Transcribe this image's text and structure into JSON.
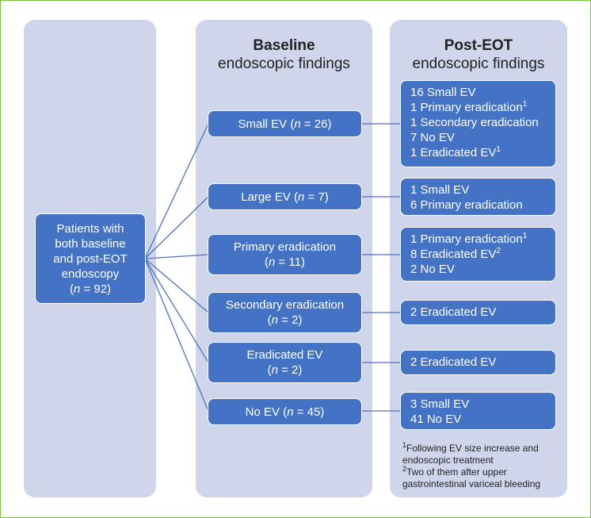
{
  "patients": {
    "lines": [
      "Patients with",
      "both baseline",
      "and post-EOT",
      "endoscopy"
    ],
    "n_open": "(",
    "n_var": "n",
    "n_rest": " = 92)"
  },
  "baseline": {
    "title_bold": "Baseline",
    "title_rest": "endoscopic findings",
    "items": [
      {
        "text": "Small EV (",
        "var": "n",
        "rest": " = 26)"
      },
      {
        "text": "Large EV (",
        "var": "n",
        "rest": " = 7)"
      },
      {
        "text": "Primary eradication",
        "line2_open": "(",
        "var": "n",
        "rest": " = 11)"
      },
      {
        "text": "Secondary eradication",
        "line2_open": "(",
        "var": "n",
        "rest": " = 2)"
      },
      {
        "text": "Eradicated EV",
        "line2_open": "(",
        "var": "n",
        "rest": " = 2)"
      },
      {
        "text": "No EV (",
        "var": "n",
        "rest": " = 45)"
      }
    ]
  },
  "posteot": {
    "title_bold": "Post-EOT",
    "title_rest": "endoscopic findings",
    "groups": [
      [
        {
          "text": "16 Small EV",
          "sup": ""
        },
        {
          "text": "1 Primary eradication",
          "sup": "1"
        },
        {
          "text": "1 Secondary eradication",
          "sup": ""
        },
        {
          "text": "7 No EV",
          "sup": ""
        },
        {
          "text": "1 Eradicated EV",
          "sup": "1"
        }
      ],
      [
        {
          "text": "1 Small EV",
          "sup": ""
        },
        {
          "text": "6 Primary eradication",
          "sup": ""
        }
      ],
      [
        {
          "text": "1 Primary eradication",
          "sup": "1"
        },
        {
          "text": "8 Eradicated EV",
          "sup": "2"
        },
        {
          "text": "2 No EV",
          "sup": ""
        }
      ],
      [
        {
          "text": "2 Eradicated EV",
          "sup": ""
        }
      ],
      [
        {
          "text": "2 Eradicated EV",
          "sup": ""
        }
      ],
      [
        {
          "text": "3 Small EV",
          "sup": ""
        },
        {
          "text": "41 No EV",
          "sup": ""
        }
      ]
    ]
  },
  "footnotes": [
    {
      "mark": "1",
      "lines": [
        "Following EV size increase and",
        "endoscopic treatment"
      ]
    },
    {
      "mark": "2",
      "lines": [
        "Two of them after upper",
        "gastrointestinal variceal bleeding"
      ]
    }
  ],
  "colors": {
    "panel": "#cfd5ea",
    "box": "#4472c4",
    "connector": "#4f72bd",
    "frame": "#7dc142"
  }
}
